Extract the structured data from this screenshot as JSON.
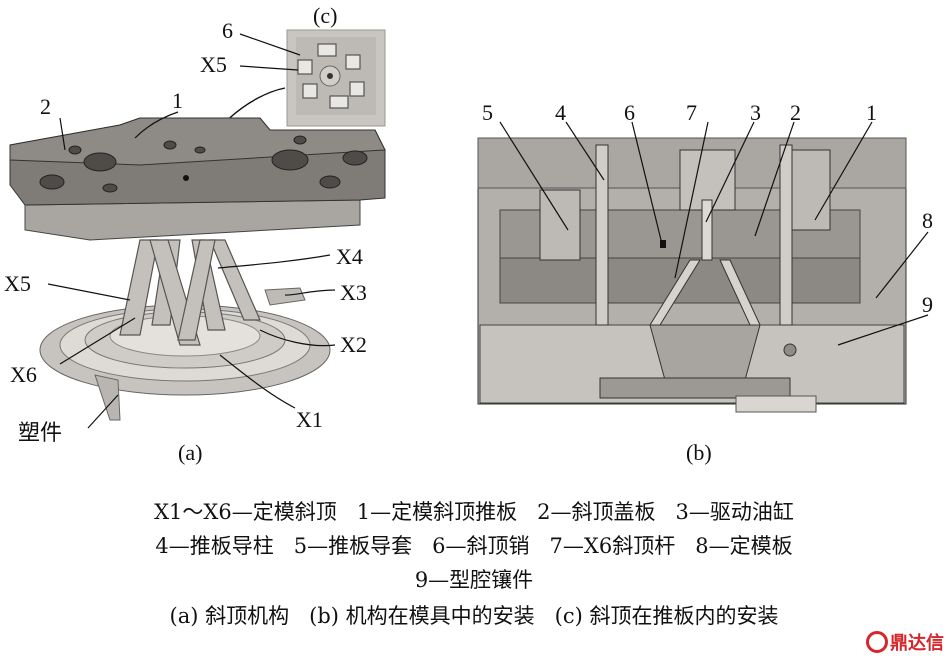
{
  "labels_a": {
    "n1": "1",
    "n2": "2",
    "x1": "X1",
    "x2": "X2",
    "x3": "X3",
    "x4": "X4",
    "x5": "X5",
    "x6": "X6",
    "part": "塑件",
    "sub": "(a)"
  },
  "labels_b": {
    "n1": "1",
    "n2": "2",
    "n3": "3",
    "n4": "4",
    "n5": "5",
    "n6": "6",
    "n7": "7",
    "n8": "8",
    "n9": "9",
    "sub": "(b)"
  },
  "labels_c": {
    "sub": "(c)",
    "n6": "6",
    "x5": "X5"
  },
  "caption": {
    "line1": "X1～X6—定模斜顶   1—定模斜顶推板   2—斜顶盖板   3—驱动油缸",
    "line2": "4—推板导柱   5—推板导套   6—斜顶销   7—X6斜顶杆   8—定模板",
    "line3": "9—型腔镶件",
    "line4": "(a) 斜顶机构   (b) 机构在模具中的安装   (c) 斜顶在推板内的安装"
  },
  "watermark": {
    "text": "鼎达信",
    "color": "#d7262b"
  }
}
